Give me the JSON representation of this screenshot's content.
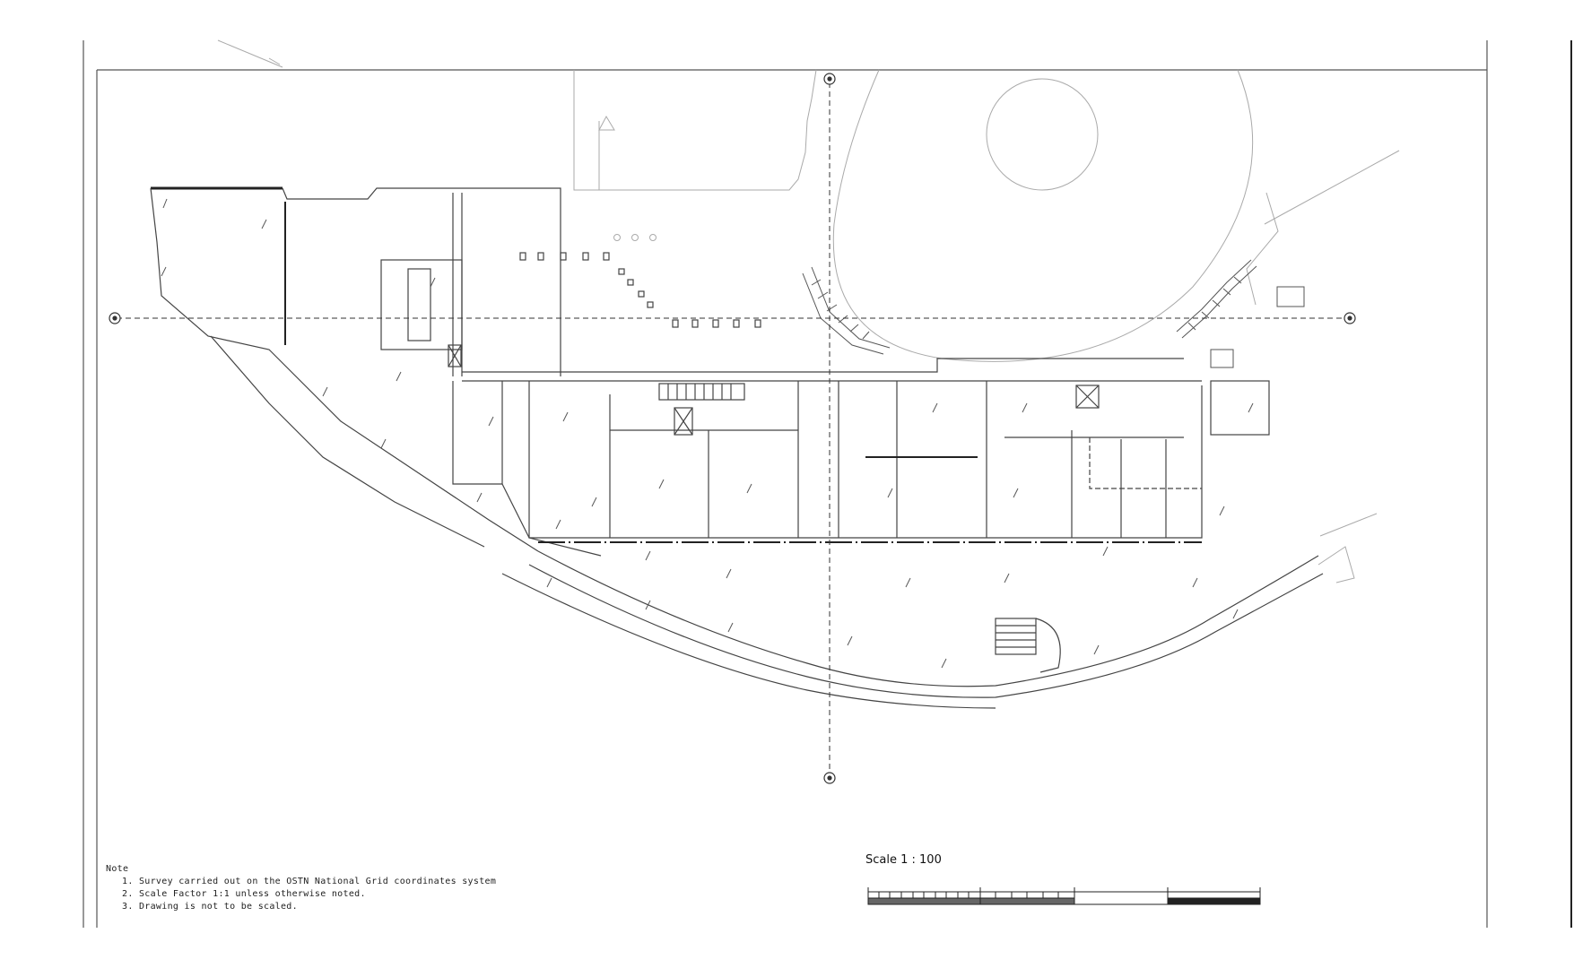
{
  "notes": {
    "heading": "Note",
    "items": [
      "1. Survey carried out on the OSTN National Grid coordinates system",
      "2. Scale Factor 1:1 unless otherwise noted.",
      "3. Drawing is not to be scaled."
    ]
  },
  "scale": {
    "title": "Scale 1 : 100"
  },
  "colors": {
    "line": "#333333",
    "faint": "#9a9a9a",
    "background": "#ffffff"
  }
}
